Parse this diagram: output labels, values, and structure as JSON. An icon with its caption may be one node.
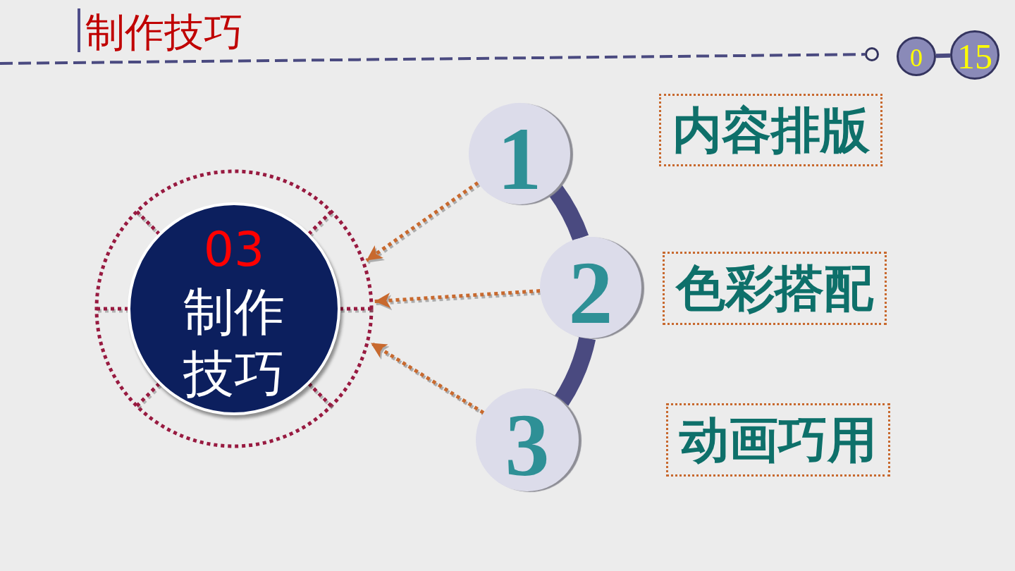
{
  "diagram": {
    "title": "制作技巧",
    "nodes": [
      {
        "text": [],
        "shape": "circle"
      },
      {
        "text": [
          "0"
        ]
      },
      {
        "text": [
          "15"
        ]
      },
      {
        "text": [],
        "shape": "circle"
      },
      {
        "text": [
          "03",
          "制作技巧"
        ],
        "in": 3
      },
      {
        "text": [
          "1"
        ]
      },
      {
        "text": [
          "内容排版"
        ]
      },
      {
        "text": [
          "2"
        ]
      },
      {
        "text": [
          "色彩搭配"
        ]
      },
      {
        "text": [
          "3"
        ]
      },
      {
        "text": [
          "动画巧用"
        ]
      }
    ],
    "edges": [
      {
        "from": null,
        "to": 0,
        "arrow": "none",
        "style": "dashed"
      },
      {
        "from": 1,
        "to": 2,
        "arrow": "none"
      },
      {
        "from": 5,
        "to": 7,
        "arrow": "none",
        "style": "thick"
      },
      {
        "from": 7,
        "to": 9,
        "arrow": "none",
        "style": "thick"
      },
      {
        "from": 5,
        "to": 3,
        "arrow": "to",
        "style": "dashed",
        "color": "#c8692e"
      },
      {
        "from": 7,
        "to": 3,
        "arrow": "to",
        "style": "dashed",
        "color": "#c8692e"
      },
      {
        "from": 9,
        "to": 3,
        "arrow": "to",
        "style": "dashed",
        "color": "#c8692e"
      }
    ]
  }
}
